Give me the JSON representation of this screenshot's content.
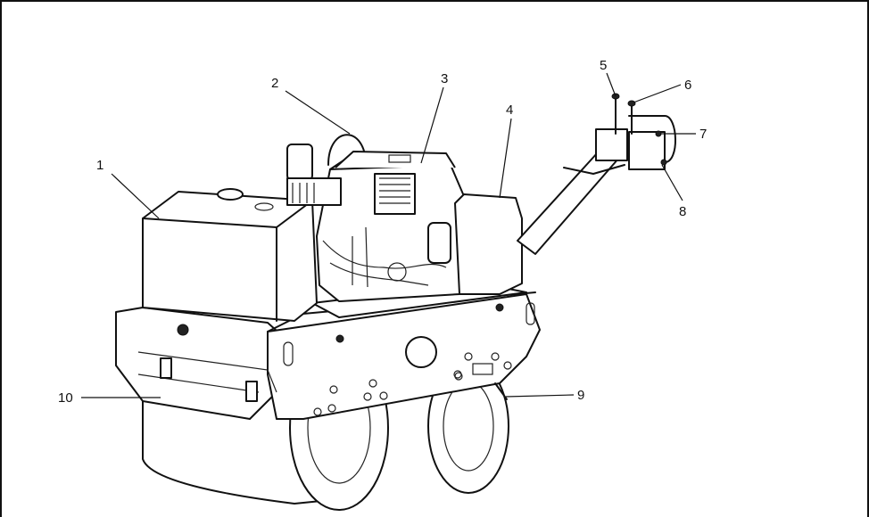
{
  "callouts": [
    {
      "id": "1",
      "text": "1"
    },
    {
      "id": "2",
      "text": "2"
    },
    {
      "id": "3",
      "text": "3"
    },
    {
      "id": "4",
      "text": "4"
    },
    {
      "id": "5",
      "text": "5"
    },
    {
      "id": "6",
      "text": "6"
    },
    {
      "id": "7",
      "text": "7"
    },
    {
      "id": "8",
      "text": "8"
    },
    {
      "id": "9",
      "text": "9"
    },
    {
      "id": "10",
      "text": "10"
    }
  ],
  "colors": {
    "ink": "#111111",
    "paper": "#ffffff"
  },
  "subject_icon": "double-drum-vibratory-roller-drawing"
}
